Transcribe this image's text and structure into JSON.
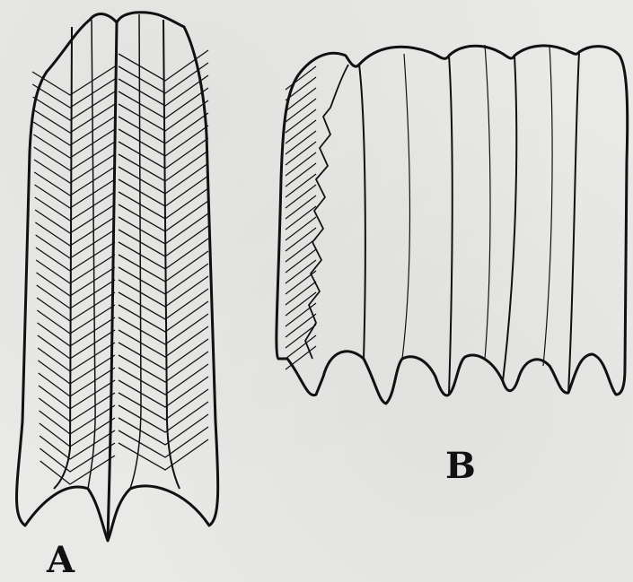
{
  "figures": [
    {
      "id": "A",
      "label": "A"
    },
    {
      "id": "B",
      "label": "B"
    }
  ],
  "colors": {
    "ink": "#111111",
    "paper": "#e9e9e7"
  }
}
